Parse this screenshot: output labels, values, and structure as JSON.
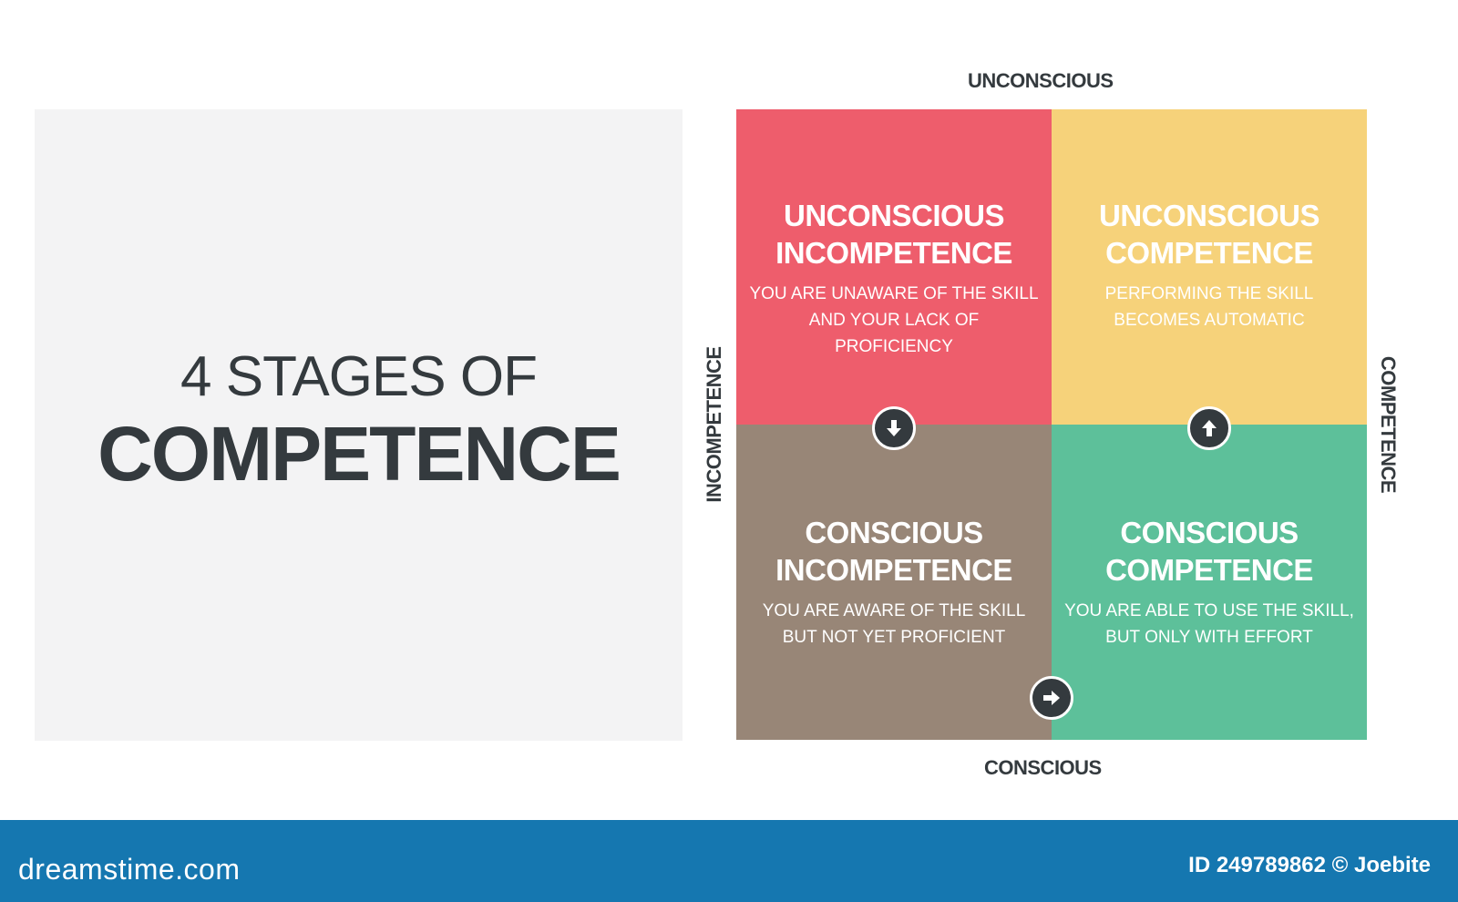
{
  "title": {
    "line1": "4 STAGES OF",
    "line2": "COMPETENCE"
  },
  "axes": {
    "top": "UNCONSCIOUS",
    "bottom": "CONSCIOUS",
    "left": "INCOMPETENCE",
    "right": "COMPETENCE"
  },
  "quadrants": [
    {
      "title": "UNCONSCIOUS INCOMPETENCE",
      "description": "YOU ARE UNAWARE OF THE SKILL AND YOUR LACK OF PROFICIENCY",
      "color": "#ee5d6c"
    },
    {
      "title": "UNCONSCIOUS COMPETENCE",
      "description": "PERFORMING THE SKILL BECOMES AUTOMATIC",
      "color": "#f6d27a"
    },
    {
      "title": "CONSCIOUS INCOMPETENCE",
      "description": "YOU ARE AWARE OF THE SKILL BUT NOT YET PROFICIENT",
      "color": "#988677"
    },
    {
      "title": "CONSCIOUS COMPETENCE",
      "description": "YOU ARE ABLE TO USE THE SKILL, BUT ONLY WITH EFFORT",
      "color": "#5dc09a"
    }
  ],
  "arrows": {
    "down_icon": "arrow-down-icon",
    "up_icon": "arrow-up-icon",
    "right_icon": "arrow-right-icon",
    "fill": "#343a3e"
  },
  "footer": {
    "logo": "dreamstime.com",
    "id_text": "ID 249789862 © Joebite",
    "background": "#1577b0"
  }
}
